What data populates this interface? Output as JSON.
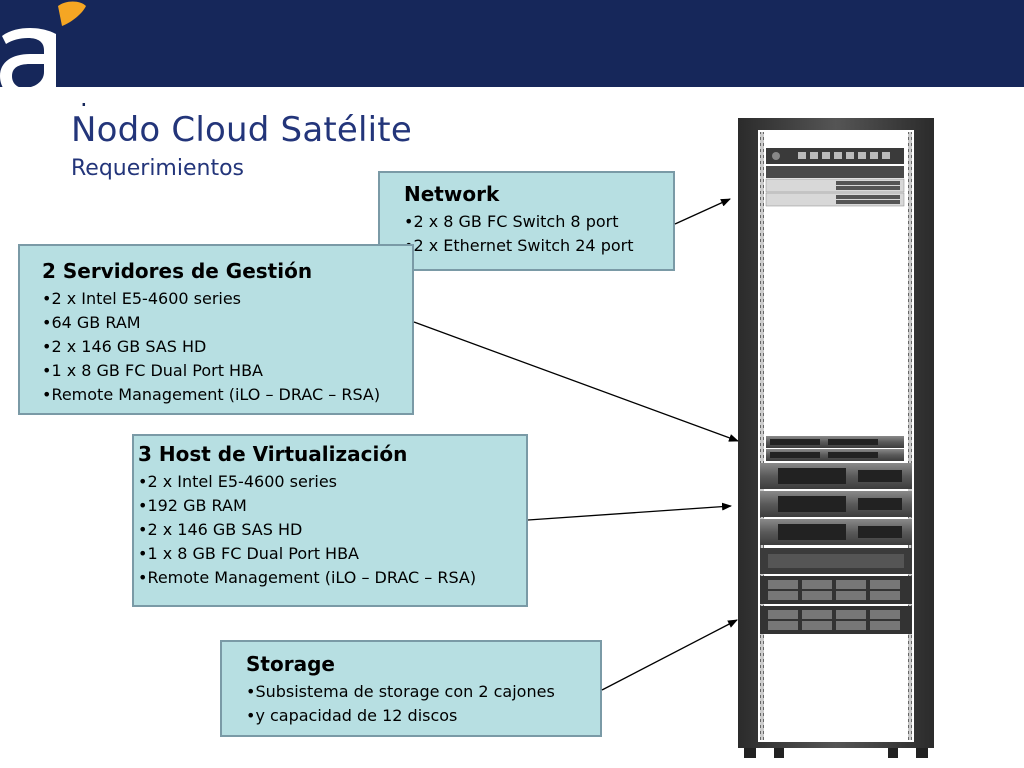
{
  "header": {
    "logo_alt": "a",
    "title_dot": ".",
    "title": "Nodo Cloud Satélite",
    "subtitle": "Requerimientos"
  },
  "colors": {
    "header_bar": "#16275a",
    "title": "#23357a",
    "box_fill": "#b7dfe2",
    "box_border": "#7a9aa6",
    "logo_accent": "#f5a623"
  },
  "network": {
    "title": "Network",
    "items": [
      "2 x 8 GB FC Switch 8 port",
      "2 x Ethernet Switch 24 port"
    ]
  },
  "servers": {
    "title": "2 Servidores de Gestión",
    "items": [
      "2 x Intel E5-4600 series",
      "64 GB RAM",
      "2 x 146 GB SAS HD",
      "1 x 8 GB FC Dual Port HBA",
      "Remote Management (iLO – DRAC – RSA)"
    ]
  },
  "hosts": {
    "title": "3 Host de Virtualización",
    "items": [
      "2 x Intel E5-4600 series",
      "192 GB RAM",
      "2 x 146 GB SAS HD",
      "1 x 8 GB FC Dual Port HBA",
      "Remote Management (iLO – DRAC – RSA)"
    ]
  },
  "storage": {
    "title": "Storage",
    "items": [
      "Subsistema de storage con 2 cajones",
      "y capacidad de 12 discos"
    ]
  }
}
